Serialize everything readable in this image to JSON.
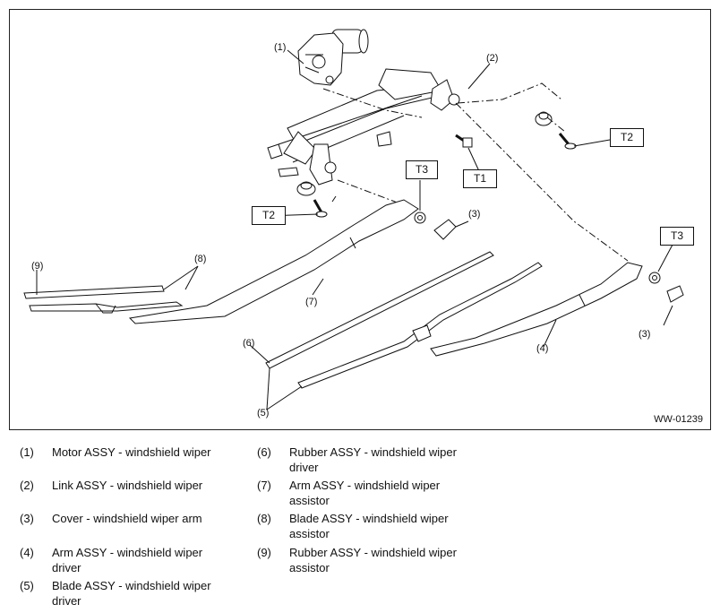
{
  "figure": {
    "id": "WW-01239",
    "callouts": [
      "(1)",
      "(2)",
      "(3)",
      "(3)",
      "(4)",
      "(5)",
      "(6)",
      "(7)",
      "(8)",
      "(9)"
    ],
    "torque_tags": [
      "T2",
      "T1",
      "T3",
      "T2",
      "T3"
    ]
  },
  "legend": [
    {
      "num": "(1)",
      "text": "Motor ASSY - windshield wiper"
    },
    {
      "num": "(2)",
      "text": "Link ASSY - windshield wiper"
    },
    {
      "num": "(3)",
      "text": "Cover - windshield wiper arm"
    },
    {
      "num": "(4)",
      "text": "Arm ASSY - windshield wiper driver"
    },
    {
      "num": "(5)",
      "text": "Blade ASSY - windshield wiper driver"
    },
    {
      "num": "(6)",
      "text": "Rubber ASSY - windshield wiper driver"
    },
    {
      "num": "(7)",
      "text": "Arm ASSY - windshield wiper assistor"
    },
    {
      "num": "(8)",
      "text": "Blade ASSY - windshield wiper assistor"
    },
    {
      "num": "(9)",
      "text": "Rubber ASSY - windshield wiper assistor"
    }
  ]
}
